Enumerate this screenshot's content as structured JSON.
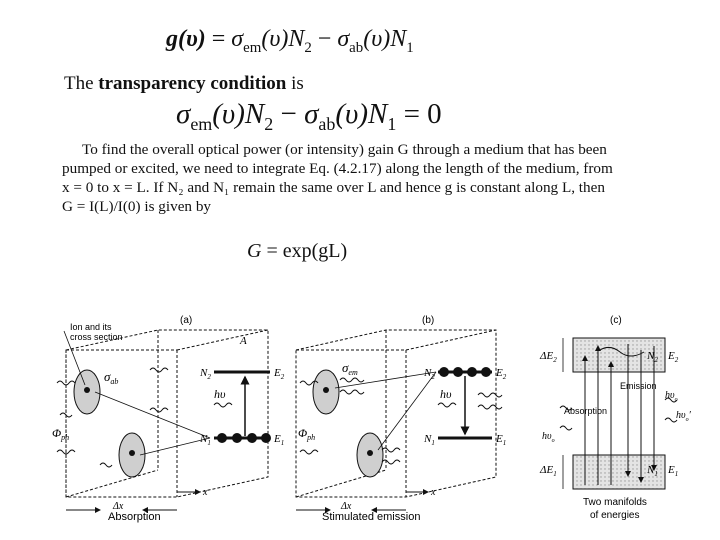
{
  "eq1": {
    "lhs": "g(υ)",
    "eq": "=",
    "s1": "σ",
    "s1sub": "em",
    "p1": "(υ)N",
    "p1sub": "2",
    "minus": "−",
    "s2": "σ",
    "s2sub": "ab",
    "p2": "(υ)N",
    "p2sub": "1"
  },
  "sentence": {
    "pre": "The ",
    "bold": "transparency condition",
    "post": " is"
  },
  "eq2": {
    "s1": "σ",
    "s1sub": "em",
    "p1": "(υ)N",
    "p1sub": "2",
    "minus": "−",
    "s2": "σ",
    "s2sub": "ab",
    "p2": "(υ)N",
    "p2sub": "1",
    "rhs": "= 0"
  },
  "paragraph": {
    "line1": "To find the overall optical power (or intensity) gain G through a medium that has been",
    "line2": "pumped or excited, we need to integrate Eq. (4.2.17) along the length of the medium, from",
    "line3": "x = 0 to x = L. If N₂ and N₁ remain the same over L and hence g is constant along L, then",
    "line4": "G = I(L)/I(0) is given by"
  },
  "eq3": {
    "lhs": "G",
    "eq": "=",
    "rhs": "exp(gL)"
  },
  "figure": {
    "a": {
      "label": "(a)",
      "ion_label1": "Ion and its",
      "ion_label2": "cross section",
      "A": "A",
      "sigma": "σ",
      "sigma_sub": "ab",
      "phi": "Φ",
      "phi_sub": "ph",
      "N2": "N",
      "N2sub": "2",
      "E2": "E",
      "E2sub": "2",
      "hv": "hυ",
      "N1": "N",
      "N1sub": "1",
      "E1": "E",
      "E1sub": "1",
      "dx": "Δx",
      "x": "x",
      "caption": "Absorption"
    },
    "b": {
      "label": "(b)",
      "sigma": "σ",
      "sigma_sub": "em",
      "phi": "Φ",
      "phi_sub": "ph",
      "N2": "N",
      "N2sub": "2",
      "E2": "E",
      "E2sub": "2",
      "hv": "hυ",
      "N1": "N",
      "N1sub": "1",
      "E1": "E",
      "E1sub": "1",
      "dx": "Δx",
      "x": "x",
      "caption": "Stimulated emission"
    },
    "c": {
      "label": "(c)",
      "dE2": "ΔE",
      "dE2sub": "2",
      "N2": "N",
      "N2sub": "2",
      "E2": "E",
      "E2sub": "2",
      "emission": "Emission",
      "absorption": "Absorption",
      "hvo1": "hυ",
      "hvo1sub": "o",
      "hvo2": "hυ",
      "hvo2sub": "o",
      "hvo3": "hυ",
      "hvo3sub": "o",
      "prime": "′",
      "dE1": "ΔE",
      "dE1sub": "1",
      "N1": "N",
      "N1sub": "1",
      "E1": "E",
      "E1sub": "1",
      "caption1": "Two manifolds",
      "caption2": "of energies"
    }
  }
}
